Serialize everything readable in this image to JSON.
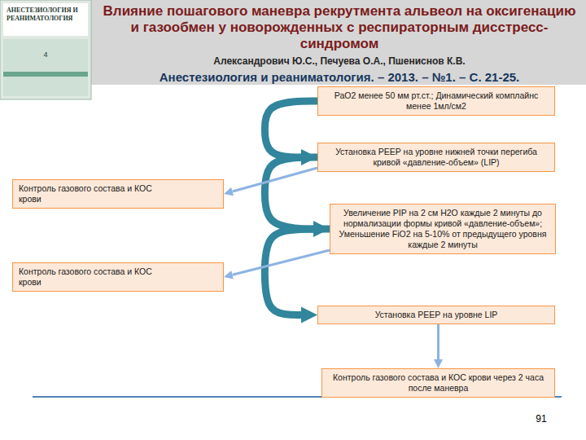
{
  "diagram": {
    "title": "Влияние пошагового маневра рекрутмента альвеол на оксигенацию и газообмен у новорожденных с респираторным дисстресс-синдромом",
    "nodes": [
      {
        "text": [
          "РаО2 менее 50 мм рт.ст.; Динамический комплайнс менее 1мл/см2"
        ]
      },
      {
        "text": [
          "Установка РЕЕР на уровне нижней точки перегиба кривой «давление-объем» (LIP)"
        ]
      },
      {
        "text": [
          "Контроль газового состава и КОС крови"
        ]
      },
      {
        "text": [
          "Увеличение PIP на 2 см Н2О каждые 2 минуты до нормализации формы кривой «давление-объем»; Уменьшение FiO2 на 5-10% от предыдущего уровня каждые 2 минуты"
        ]
      },
      {
        "text": [
          "Контроль газового состава и КОС крови"
        ]
      },
      {
        "text": [
          "Установка РЕЕР на уровне LIP"
        ]
      },
      {
        "text": [
          "Контроль газового состава и КОС крови через 2 часа после маневра"
        ]
      }
    ],
    "edges": [
      {
        "from": 0,
        "to": 1,
        "arrow": "to"
      },
      {
        "from": 1,
        "to": 3,
        "arrow": "to"
      },
      {
        "from": 3,
        "to": 5,
        "arrow": "to"
      },
      {
        "from": 1,
        "to": 2,
        "arrow": "to"
      },
      {
        "from": 3,
        "to": 4,
        "arrow": "to"
      },
      {
        "from": 5,
        "to": 6,
        "arrow": "to"
      }
    ],
    "labels": [
      "Александрович Ю.С., Печуева О.А., Пшениснов К.В.",
      "Анестезиология и реаниматология. – 2013. – №1. – С. 21-25.",
      "АНЕСТЕЗИОЛОГИЯ И РЕАНИМАТОЛОГИЯ",
      "4",
      "91"
    ]
  }
}
